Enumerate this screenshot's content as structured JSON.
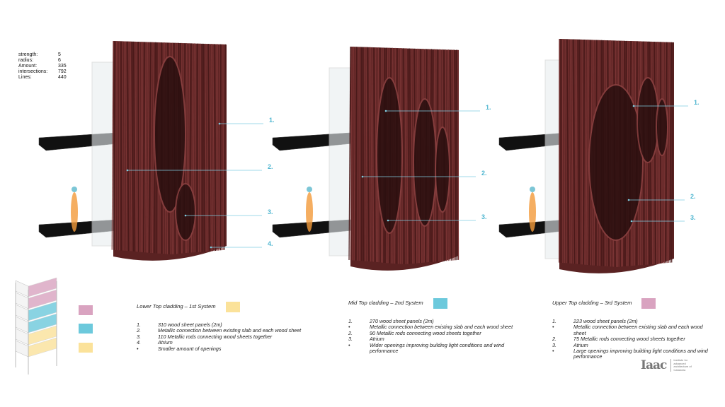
{
  "parameters": [
    {
      "label": "strength:",
      "value": "5"
    },
    {
      "label": "radius:",
      "value": "6"
    },
    {
      "label": "Amount:",
      "value": "335"
    },
    {
      "label": "intersections:",
      "value": "792"
    },
    {
      "label": "Lines:",
      "value": "440"
    }
  ],
  "towers": [
    {
      "callouts": [
        "1.",
        "2.",
        "3.",
        "4."
      ]
    },
    {
      "callouts": [
        "1.",
        "2.",
        "3."
      ]
    },
    {
      "callouts": [
        "1.",
        "2.",
        "3."
      ]
    }
  ],
  "systems": [
    {
      "title": "Lower Top cladding – 1st System",
      "color": "#fbe29a",
      "items": [
        {
          "m": "1.",
          "t": "310 wood sheet panels (2m)"
        },
        {
          "m": "2.",
          "t": "Metallic connection between existing slab and each wood sheet"
        },
        {
          "m": "3.",
          "t": "110 Metallic rods connecting wood sheets together"
        },
        {
          "m": "4.",
          "t": "Atrium"
        },
        {
          "m": "•",
          "t": "Smaller amount of openings"
        }
      ]
    },
    {
      "title": "Mid Top cladding – 2nd System",
      "color": "#6cc9dc",
      "items": [
        {
          "m": "1.",
          "t": "270 wood sheet panels (2m)"
        },
        {
          "m": "•",
          "t": "Metallic connection between existing slab and each wood sheet"
        },
        {
          "m": "2.",
          "t": "90 Metallic rods connecting wood sheets together"
        },
        {
          "m": "3.",
          "t": "Atrium"
        },
        {
          "m": "•",
          "t": "Wider openings improving building light conditions and wind performance"
        }
      ]
    },
    {
      "title": "Upper Top cladding – 3rd System",
      "color": "#d9a3c0",
      "items": [
        {
          "m": "1.",
          "t": "223 wood sheet panels (2m)"
        },
        {
          "m": "•",
          "t": "Metallic connection between existing slab and each wood sheet"
        },
        {
          "m": "2.",
          "t": "75  Metallic rods connecting wood sheets together"
        },
        {
          "m": "3.",
          "t": "Atrium"
        },
        {
          "m": "•",
          "t": "Large openings improving building light conditions and wind performance"
        }
      ]
    }
  ],
  "legend_colors": [
    "#d9a3c0",
    "#6cc9dc",
    "#fbe29a"
  ],
  "logo": {
    "mark": "Iaac",
    "subtitle": "Institute for advanced architecture of Catalonia"
  },
  "colors": {
    "wood": "#6b2b2b",
    "callout": "#4fb6d0"
  }
}
